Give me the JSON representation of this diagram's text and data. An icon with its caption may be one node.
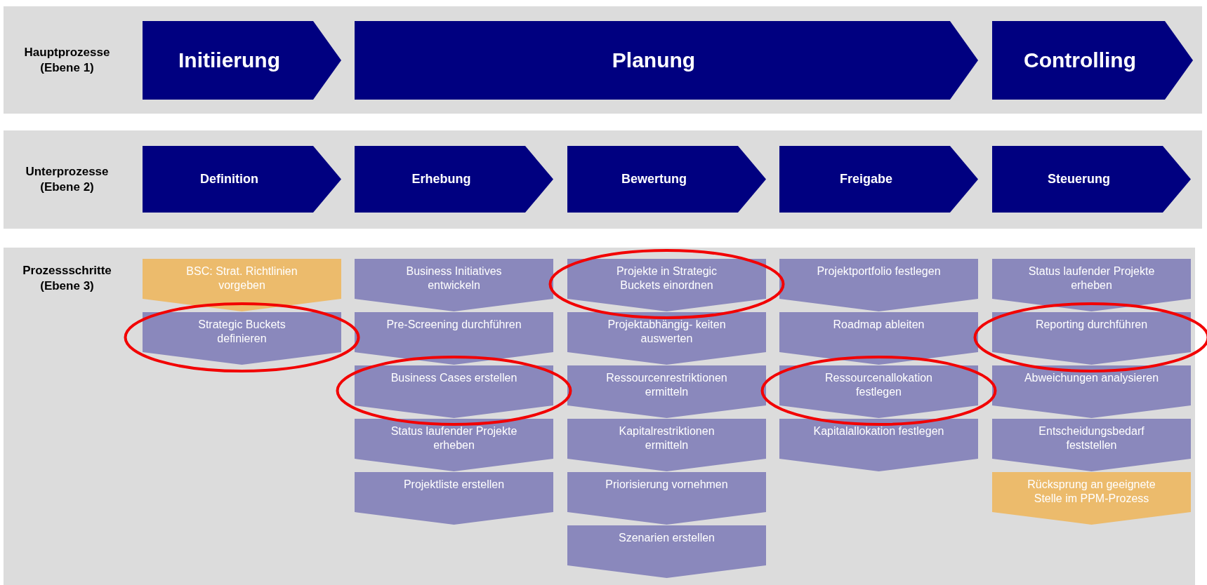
{
  "diagram": {
    "nodes": [
      {
        "text": [
          "Hauptprozesse (Ebene 1)"
        ]
      },
      {
        "text": [
          "Initiierung"
        ],
        "in": 0
      },
      {
        "text": [
          "Planung"
        ],
        "in": 0
      },
      {
        "text": [
          "Controlling"
        ],
        "in": 0
      },
      {
        "text": [
          "Unterprozesse (Ebene 2)"
        ]
      },
      {
        "text": [
          "Definition"
        ],
        "in": 4
      },
      {
        "text": [
          "Erhebung"
        ],
        "in": 4
      },
      {
        "text": [
          "Bewertung"
        ],
        "in": 4
      },
      {
        "text": [
          "Freigabe"
        ],
        "in": 4
      },
      {
        "text": [
          "Steuerung"
        ],
        "in": 4
      },
      {
        "text": [
          "Prozessschritte (Ebene 3)"
        ]
      },
      {
        "text": [
          "BSC: Strat. Richtlinien vorgeben"
        ],
        "in": 10
      },
      {
        "text": [
          "Strategic Buckets definieren"
        ],
        "in": 10
      },
      {
        "text": [
          "Business Initiatives entwickeln"
        ],
        "in": 10
      },
      {
        "text": [
          "Pre-Screening durchführen"
        ],
        "in": 10
      },
      {
        "text": [
          "Business Cases erstellen"
        ],
        "in": 10
      },
      {
        "text": [
          "Status laufender Projekte erheben"
        ],
        "in": 10
      },
      {
        "text": [
          "Projektliste erstellen"
        ],
        "in": 10
      },
      {
        "text": [
          "Projekte in Strategic Buckets einordnen"
        ],
        "in": 10
      },
      {
        "text": [
          "Projektabhängig- keiten auswerten"
        ],
        "in": 10
      },
      {
        "text": [
          "Ressourcenrestriktionen ermitteln"
        ],
        "in": 10
      },
      {
        "text": [
          "Kapitalrestriktionen ermitteln"
        ],
        "in": 10
      },
      {
        "text": [
          "Priorisierung vornehmen"
        ],
        "in": 10
      },
      {
        "text": [
          "Szenarien erstellen"
        ],
        "in": 10
      },
      {
        "text": [
          "Projektportfolio festlegen"
        ],
        "in": 10
      },
      {
        "text": [
          "Roadmap ableiten"
        ],
        "in": 10
      },
      {
        "text": [
          "Ressourcenallokation festlegen"
        ],
        "in": 10
      },
      {
        "text": [
          "Kapitalallokation festlegen"
        ],
        "in": 10
      },
      {
        "text": [
          "Status laufender Projekte erheben"
        ],
        "in": 10
      },
      {
        "text": [
          "Reporting durchführen"
        ],
        "in": 10
      },
      {
        "text": [
          "Abweichungen analysieren"
        ],
        "in": 10
      },
      {
        "text": [
          "Entscheidungsbedarf feststellen"
        ],
        "in": 10
      },
      {
        "text": [
          "Rücksprung an geeignete Stelle im PPM-Prozess"
        ],
        "in": 10
      }
    ]
  }
}
